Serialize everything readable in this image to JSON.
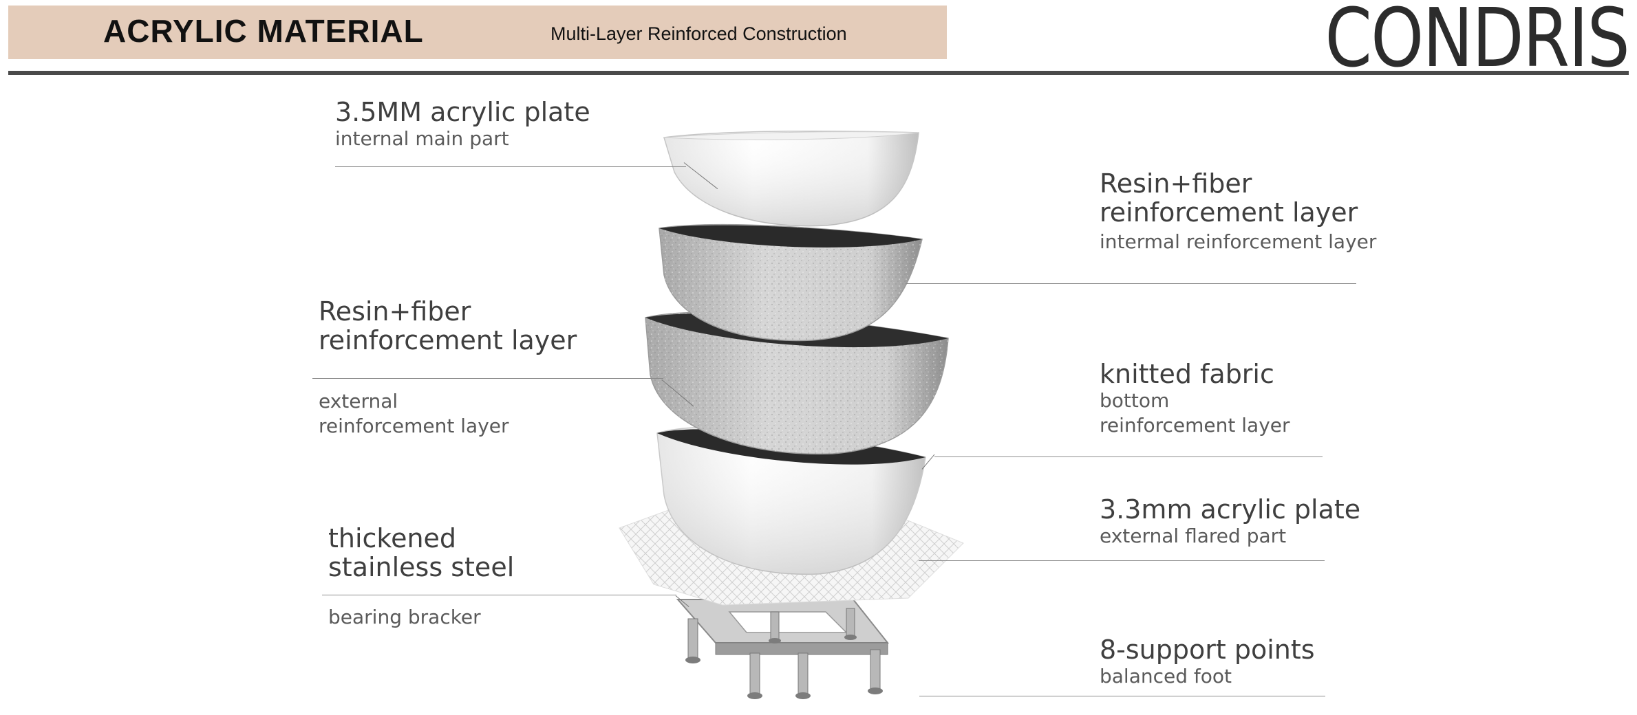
{
  "header": {
    "title": "ACRYLIC MATERIAL",
    "subtitle": "Multi-Layer Reinforced Construction",
    "brand": "CONDRIS",
    "band_color": "#e4ccba",
    "rule_color": "#4a4a4a"
  },
  "callouts": {
    "acrylic_inner": {
      "title": "3.5MM acrylic plate",
      "detail": "internal main part"
    },
    "resin_internal": {
      "title_line1": "Resin+fiber",
      "title_line2": "reinforcement layer",
      "detail": "intermal reinforcement layer"
    },
    "resin_external": {
      "title_line1": "Resin+fiber",
      "title_line2": "reinforcement layer",
      "detail_line1": "external",
      "detail_line2": "reinforcement layer"
    },
    "knitted_fabric": {
      "title": "knitted fabric",
      "detail_line1": "bottom",
      "detail_line2": "reinforcement layer"
    },
    "acrylic_outer": {
      "title": "3.3mm acrylic plate",
      "detail": "external flared part"
    },
    "steel_bracket": {
      "title_line1": "thickened",
      "title_line2": "stainless steel",
      "detail": "bearing bracker"
    },
    "support_points": {
      "title": "8-support points",
      "detail": "balanced foot"
    }
  },
  "illustration": {
    "layers": [
      "acrylic-inner-shell",
      "resin-internal-shell",
      "resin-external-shell",
      "acrylic-outer-shell",
      "knitted-fabric-sheet",
      "steel-bearing-frame"
    ]
  }
}
